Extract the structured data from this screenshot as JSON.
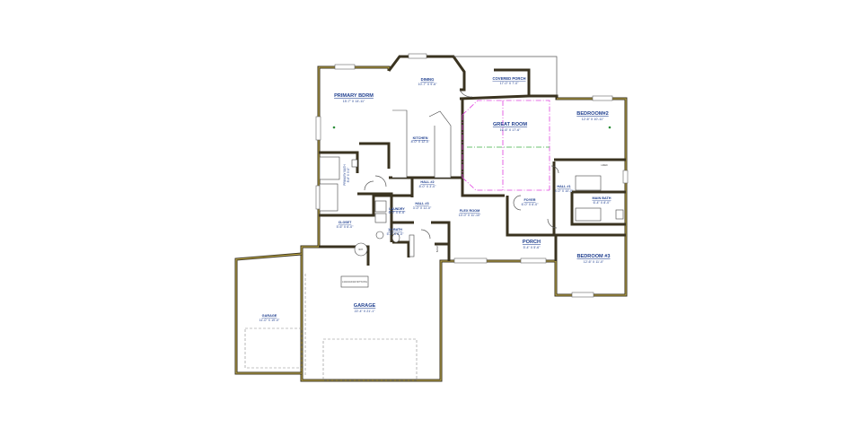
{
  "rooms": [
    {
      "key": "primary",
      "name": "PRIMARY BDRM",
      "dim": "15'-7\" X 14'-11\""
    },
    {
      "key": "dining",
      "name": "DINING",
      "dim": "10'-7\" X 9'-6\""
    },
    {
      "key": "covered_porch",
      "name": "COVERED PORCH",
      "dim": "17'-0\" X 7'-0\""
    },
    {
      "key": "bedroom2",
      "name": "BEDROOM#2",
      "dim": "12'-6\" X 10'-11\""
    },
    {
      "key": "great_room",
      "name": "GREAT ROOM",
      "dim": "16'-6\" X 17'-6\""
    },
    {
      "key": "kitchen",
      "name": "KITCHEN",
      "dim": "8'-0\" X 12'-0\""
    },
    {
      "key": "primary_bath",
      "name": "PRIMARY BATH",
      "dim": "8'-6\" X 9'-0\""
    },
    {
      "key": "hall2",
      "name": "HALL #2",
      "dim": "8'-0\" X 3'-0\""
    },
    {
      "key": "hall1",
      "name": "HALL #1",
      "dim": "3'-0\" X 10'-0\""
    },
    {
      "key": "main_bath",
      "name": "MAIN BATH",
      "dim": "6'-4\" X 8'-0\""
    },
    {
      "key": "laundry",
      "name": "LAUNDRY",
      "dim": "6'-0\" X 6'-6\""
    },
    {
      "key": "hall3",
      "name": "HALL #3",
      "dim": "3'-0\" X 11'-0\""
    },
    {
      "key": "flex",
      "name": "FLEX ROOM",
      "dim": "10'-0\" X 11'-10\""
    },
    {
      "key": "foyer",
      "name": "FOYER",
      "dim": "6'-0\" X 6'-0\""
    },
    {
      "key": "closet",
      "name": "CLOSET",
      "dim": "5'-6\" X 6'-0\""
    },
    {
      "key": "half_bath",
      "name": "1/2 BATH",
      "dim": "5'-0\" X 6'-0\""
    },
    {
      "key": "porch",
      "name": "PORCH",
      "dim": "5'-4\" X 5'-6\""
    },
    {
      "key": "bedroom3",
      "name": "BEDROOM #3",
      "dim": "12'-6\" X 11'-0\""
    },
    {
      "key": "garage_main",
      "name": "GARAGE",
      "dim": "22'-4\" X 21'-1\""
    },
    {
      "key": "garage_side",
      "name": "GARAGE",
      "dim": "11'-0\" X 19'-0\""
    }
  ],
  "annotations": {
    "garage_note": "ALL GARAGE WALLS AND CEILING TO BE 5/8\" TYPE X DRYWALL",
    "wh": "W.H.",
    "bench": "BENCH",
    "linen": "LINEN"
  },
  "colors": {
    "walls": "#3a3320",
    "wall_fill": "#c9b34a",
    "labels": "#1f3f8f",
    "ceiling_line": "#e040e0",
    "ceiling_line_alt": "#3cb043"
  }
}
